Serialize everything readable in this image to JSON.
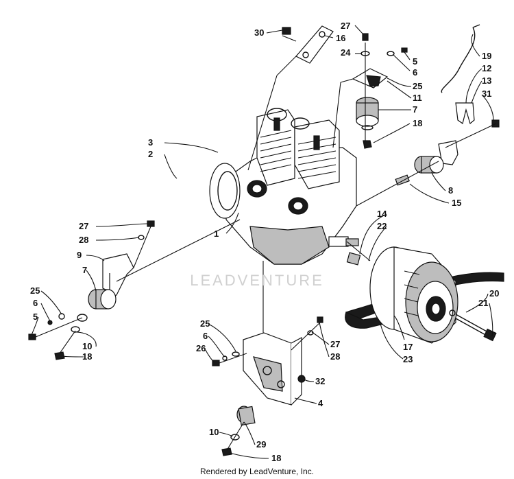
{
  "watermark": "LEADVENTURE",
  "footer": "Rendered by LeadVenture, Inc.",
  "callouts": [
    "1",
    "2",
    "3",
    "4",
    "5",
    "5",
    "6",
    "6",
    "6",
    "7",
    "7",
    "8",
    "9",
    "10",
    "10",
    "11",
    "12",
    "13",
    "14",
    "15",
    "16",
    "17",
    "18",
    "18",
    "18",
    "19",
    "20",
    "21",
    "22",
    "23",
    "24",
    "25",
    "25",
    "25",
    "26",
    "27",
    "27",
    "27",
    "28",
    "28",
    "29",
    "30",
    "31",
    "32"
  ]
}
